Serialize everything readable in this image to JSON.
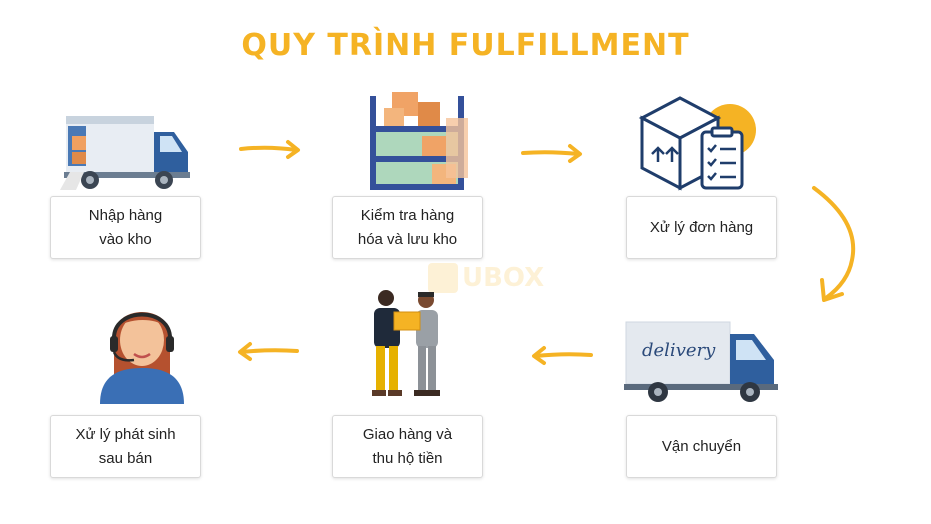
{
  "title": "QUY TRÌNH FULFILLMENT",
  "watermark": "UBOX",
  "steps": [
    {
      "label": "Nhập hàng\nvào kho",
      "icon": "truck-icon"
    },
    {
      "label": "Kiểm tra hàng\nhóa và lưu kho",
      "icon": "warehouse-shelf-icon"
    },
    {
      "label": "Xử lý đơn hàng",
      "icon": "order-clipboard-icon"
    },
    {
      "label": "Vận chuyển",
      "icon": "delivery-truck-icon"
    },
    {
      "label": "Giao hàng và\nthu hộ tiền",
      "icon": "handover-icon"
    },
    {
      "label": "Xử lý phát sinh\nsau bán",
      "icon": "support-agent-icon"
    }
  ],
  "delivery_text": "delivery",
  "colors": {
    "accent": "#f5b324",
    "navy": "#1f3d6b",
    "border": "#d9d9d9"
  }
}
